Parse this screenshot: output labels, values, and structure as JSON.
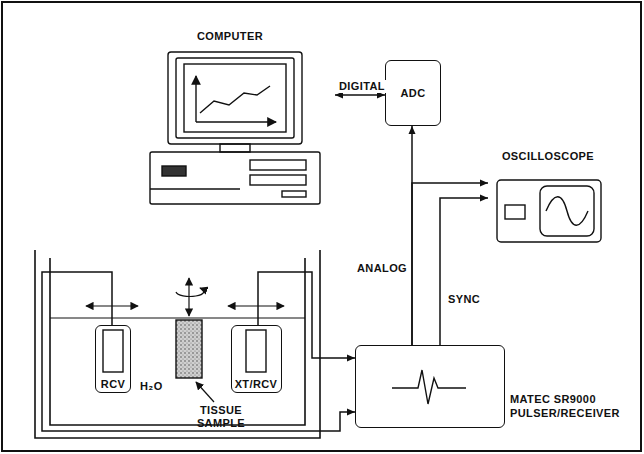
{
  "diagram": {
    "nodes": [
      {
        "text": [
          "COMPUTER"
        ]
      },
      {
        "text": [
          "ADC"
        ]
      },
      {
        "text": [
          "OSCILLOSCOPE"
        ]
      },
      {
        "text": [
          "RCV"
        ]
      },
      {
        "text": [
          "XT/RCV"
        ]
      },
      {
        "text": [
          "MATEC SR9000 PULSER/RECEIVER"
        ]
      }
    ],
    "edges": [
      {
        "from": 0,
        "to": 1,
        "arrow": "both",
        "label": "DIGITAL"
      },
      {
        "from": 5,
        "to": 1,
        "arrow": "to",
        "label": "ANALOG"
      },
      {
        "from": 5,
        "to": 2,
        "arrow": "to"
      },
      {
        "from": 5,
        "to": 2,
        "arrow": "to",
        "label": "SYNC"
      },
      {
        "from": 3,
        "to": 5,
        "arrow": "to"
      },
      {
        "from": 4,
        "to": 5,
        "arrow": "to"
      }
    ],
    "labels": [
      "H₂O",
      "TISSUE SAMPLE"
    ]
  }
}
